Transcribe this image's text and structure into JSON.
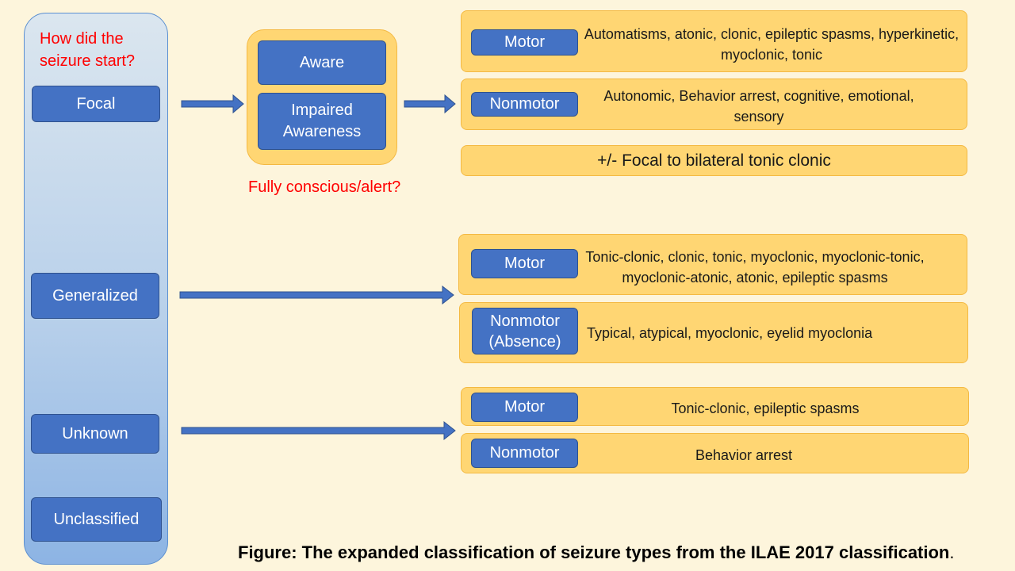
{
  "left_column": {
    "question": "How did the seizure start?",
    "onsets": [
      "Focal",
      "Generalized",
      "Unknown",
      "Unclassified"
    ]
  },
  "awareness": {
    "options": [
      "Aware",
      "Impaired Awareness"
    ],
    "question": "Fully conscious/alert?"
  },
  "focal": {
    "motor_label": "Motor",
    "motor_types": "Automatisms, atonic, clonic, epileptic spasms, hyperkinetic, myoclonic, tonic",
    "nonmotor_label": "Nonmotor",
    "nonmotor_types": "Autonomic, Behavior arrest, cognitive, emotional, sensory",
    "bilateral": "+/- Focal to bilateral tonic clonic"
  },
  "generalized": {
    "motor_label": "Motor",
    "motor_types": "Tonic-clonic, clonic, tonic, myoclonic, myoclonic-tonic, myoclonic-atonic, atonic, epileptic spasms",
    "nonmotor_label": "Nonmotor (Absence)",
    "nonmotor_types": "Typical, atypical, myoclonic, eyelid myoclonia"
  },
  "unknown": {
    "motor_label": "Motor",
    "motor_types": "Tonic-clonic, epileptic spasms",
    "nonmotor_label": "Nonmotor",
    "nonmotor_types": "Behavior arrest"
  },
  "caption": "Figure: The expanded classification of seizure types from the ILAE 2017 classification",
  "caption_suffix": ".",
  "colors": {
    "background": "#fdf5dc",
    "button_blue": "#4472c4",
    "panel_orange": "#ffd673",
    "question_red": "#ff0000"
  }
}
